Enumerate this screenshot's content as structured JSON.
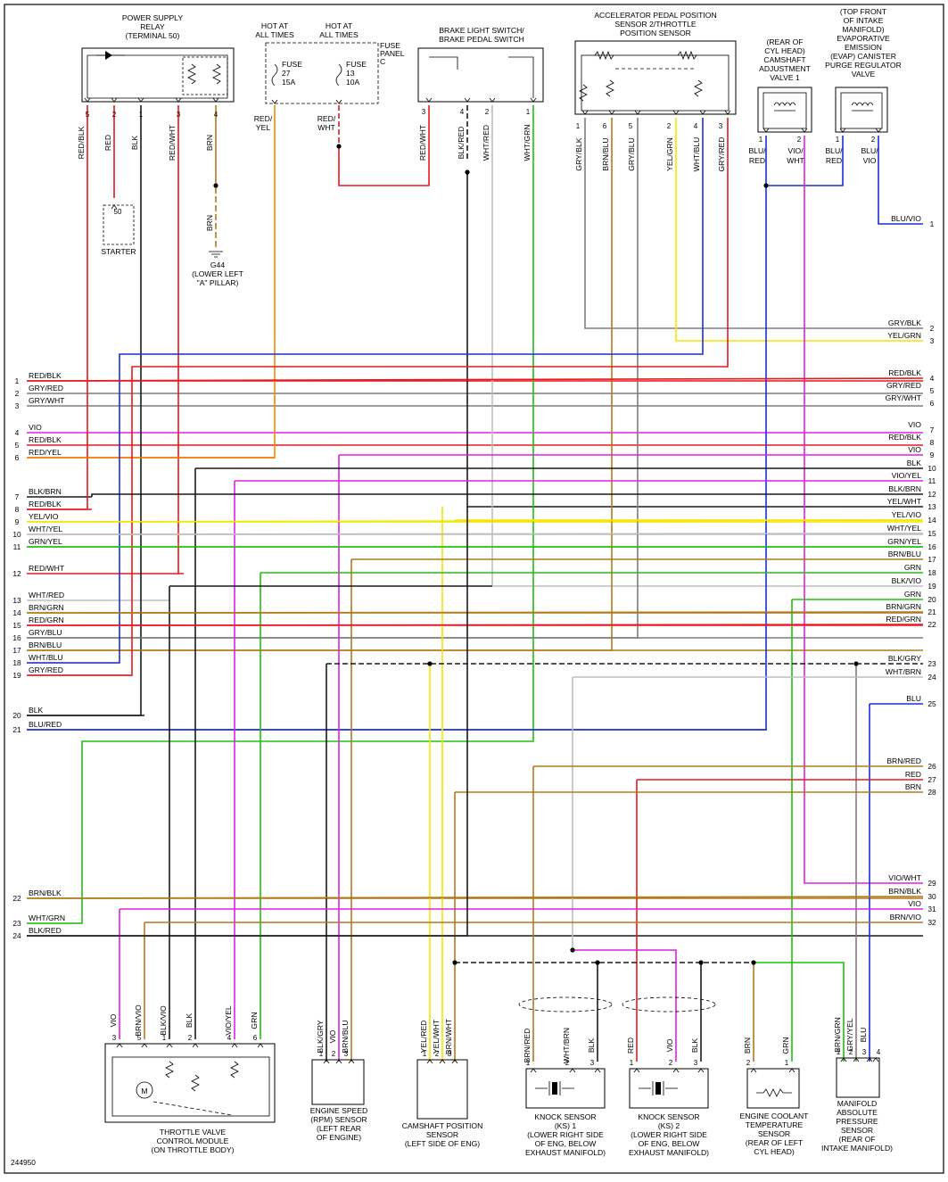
{
  "diagram_id": "244950",
  "wire_colors": {
    "RED": "#e8181e",
    "BLK": "#1a1a1a",
    "BRN": "#b07a1c",
    "YEL": "#f5e400",
    "GRN": "#21c010",
    "BLU": "#1a2fd8",
    "VIO": "#e020e0",
    "WHT": "#bdbdbd",
    "GRY": "#7d7d7d",
    "ORG": "#f08a00"
  },
  "top_components": {
    "relay": {
      "title": "POWER SUPPLY\nRELAY\n(TERMINAL 50)",
      "pins": [
        "5",
        "2",
        "1",
        "3",
        "4"
      ],
      "wires": [
        "RED/BLK",
        "RED",
        "BLK",
        "RED/WHT",
        "BRN"
      ]
    },
    "starter": {
      "pin": "50",
      "label": "STARTER"
    },
    "ground": {
      "wire": "BRN",
      "label": "G44\n(LOWER LEFT\n\"A\" PILLAR)"
    },
    "hot1": {
      "title": "HOT AT\nALL TIMES",
      "fuse": "FUSE\n27\n15A",
      "wire": "RED/\nYEL"
    },
    "hot2": {
      "title": "HOT AT\nALL TIMES",
      "fuse": "FUSE\n13\n10A",
      "wire": "RED/\nWHT"
    },
    "fuse_panel": "FUSE\nPANEL\nC",
    "brake": {
      "title": "BRAKE LIGHT SWITCH/\nBRAKE PEDAL SWITCH",
      "pins": [
        "3",
        "4",
        "2",
        "1"
      ],
      "wires": [
        "RED/WHT",
        "BLK/RED",
        "WHT/RED",
        "WHT/GRN"
      ]
    },
    "app": {
      "title": "ACCELERATOR PEDAL POSITION\nSENSOR 2/THROTTLE\nPOSITION SENSOR",
      "pins": [
        "1",
        "6",
        "5",
        "2",
        "4",
        "3"
      ],
      "wires": [
        "GRY/BLK",
        "BRN/BLU",
        "GRY/BLU",
        "YEL/GRN",
        "WHT/BLU",
        "GRY/RED"
      ]
    },
    "camvalve": {
      "title": "(REAR OF\nCYL HEAD)\nCAMSHAFT\nADJUSTMENT\nVALVE 1",
      "pins": [
        "1",
        "2"
      ],
      "wires": [
        "BLU/\nRED",
        "VIO/\nWHT"
      ]
    },
    "evap": {
      "title": "(TOP FRONT\nOF INTAKE\nMANIFOLD)\nEVAPORATIVE\nEMISSION\n(EVAP) CANISTER\nPURGE REGULATOR\nVALVE",
      "pins": [
        "1",
        "2"
      ],
      "wires": [
        "BLU/\nRED",
        "BLU/\nVIO"
      ]
    }
  },
  "left_connector": [
    {
      "pin": "1",
      "wire": "RED/BLK"
    },
    {
      "pin": "2",
      "wire": "GRY/RED"
    },
    {
      "pin": "3",
      "wire": "GRY/WHT"
    },
    {
      "pin": "4",
      "wire": "VIO"
    },
    {
      "pin": "5",
      "wire": "RED/BLK"
    },
    {
      "pin": "6",
      "wire": "RED/YEL"
    },
    {
      "pin": "7",
      "wire": "BLK/BRN"
    },
    {
      "pin": "8",
      "wire": "RED/BLK"
    },
    {
      "pin": "9",
      "wire": "YEL/VIO"
    },
    {
      "pin": "10",
      "wire": "WHT/YEL"
    },
    {
      "pin": "11",
      "wire": "GRN/YEL"
    },
    {
      "pin": "12",
      "wire": "RED/WHT"
    },
    {
      "pin": "13",
      "wire": "WHT/RED"
    },
    {
      "pin": "14",
      "wire": "BRN/GRN"
    },
    {
      "pin": "15",
      "wire": "RED/GRN"
    },
    {
      "pin": "16",
      "wire": "GRY/BLU"
    },
    {
      "pin": "17",
      "wire": "BRN/BLU"
    },
    {
      "pin": "18",
      "wire": "WHT/BLU"
    },
    {
      "pin": "19",
      "wire": "GRY/RED"
    },
    {
      "pin": "20",
      "wire": "BLK"
    },
    {
      "pin": "21",
      "wire": "BLU/RED"
    },
    {
      "pin": "22",
      "wire": "BRN/BLK"
    },
    {
      "pin": "23",
      "wire": "WHT/GRN"
    },
    {
      "pin": "24",
      "wire": "BLK/RED"
    }
  ],
  "right_connector": [
    {
      "pin": "1",
      "wire": "BLU/VIO"
    },
    {
      "pin": "2",
      "wire": "GRY/BLK"
    },
    {
      "pin": "3",
      "wire": "YEL/GRN"
    },
    {
      "pin": "4",
      "wire": "RED/BLK"
    },
    {
      "pin": "5",
      "wire": "GRY/RED"
    },
    {
      "pin": "6",
      "wire": "GRY/WHT"
    },
    {
      "pin": "7",
      "wire": "VIO"
    },
    {
      "pin": "8",
      "wire": "RED/BLK"
    },
    {
      "pin": "9",
      "wire": "VIO"
    },
    {
      "pin": "10",
      "wire": "BLK"
    },
    {
      "pin": "11",
      "wire": "VIO/YEL"
    },
    {
      "pin": "12",
      "wire": "BLK/BRN"
    },
    {
      "pin": "13",
      "wire": "YEL/WHT"
    },
    {
      "pin": "14",
      "wire": "YEL/VIO"
    },
    {
      "pin": "15",
      "wire": "WHT/YEL"
    },
    {
      "pin": "16",
      "wire": "GRN/YEL"
    },
    {
      "pin": "17",
      "wire": "BRN/BLU"
    },
    {
      "pin": "18",
      "wire": "GRN"
    },
    {
      "pin": "19",
      "wire": "BLK/VIO"
    },
    {
      "pin": "20",
      "wire": "GRN"
    },
    {
      "pin": "21",
      "wire": "BRN/GRN"
    },
    {
      "pin": "22",
      "wire": "RED/GRN"
    },
    {
      "pin": "23",
      "wire": "BLK/GRY"
    },
    {
      "pin": "24",
      "wire": "WHT/BRN"
    },
    {
      "pin": "25",
      "wire": "BLU"
    },
    {
      "pin": "26",
      "wire": "BRN/RED"
    },
    {
      "pin": "27",
      "wire": "RED"
    },
    {
      "pin": "28",
      "wire": "BRN"
    },
    {
      "pin": "29",
      "wire": "VIO/WHT"
    },
    {
      "pin": "30",
      "wire": "BRN/BLK"
    },
    {
      "pin": "31",
      "wire": "VIO"
    },
    {
      "pin": "32",
      "wire": "BRN/VIO"
    }
  ],
  "bottom_components": {
    "throttle": {
      "label": "THROTTLE VALVE\nCONTROL MODULE\n(ON THROTTLE BODY)",
      "pins": [
        "3",
        "5",
        "1",
        "2",
        "4",
        "6"
      ],
      "wires": [
        "VIO",
        "BRN/VIO",
        "BLK/VIO",
        "BLK",
        "VIO/YEL",
        "GRN"
      ],
      "motor": "M"
    },
    "rpm": {
      "label": "ENGINE SPEED\n(RPM) SENSOR\n(LEFT REAR\nOF ENGINE)",
      "pins": [
        "1",
        "2",
        "3"
      ],
      "wires": [
        "BLK/GRY",
        "VIO",
        "BRN/BLU"
      ]
    },
    "cam": {
      "label": "CAMSHAFT POSITION\nSENSOR\n(LEFT SIDE OF ENG)",
      "pins": [
        "1",
        "2",
        "3"
      ],
      "wires": [
        "YEL/RED",
        "YEL/WHT",
        "BRN/WHT"
      ]
    },
    "ks1": {
      "label": "KNOCK SENSOR\n(KS) 1\n(LOWER RIGHT SIDE\nOF ENG, BELOW\nEXHAUST MANIFOLD)",
      "pins": [
        "1",
        "2",
        "3"
      ],
      "wires": [
        "BRN/RED",
        "WHT/BRN",
        "BLK"
      ]
    },
    "ks2": {
      "label": "KNOCK SENSOR\n(KS) 2\n(LOWER RIGHT SIDE\nOF ENG, BELOW\nEXHAUST MANIFOLD)",
      "pins": [
        "1",
        "2",
        "3"
      ],
      "wires": [
        "RED",
        "VIO",
        "BLK"
      ]
    },
    "ect": {
      "label": "ENGINE COOLANT\nTEMPERATURE\nSENSOR\n(REAR OF LEFT\nCYL HEAD)",
      "pins": [
        "2",
        "1"
      ],
      "wires": [
        "BRN",
        "GRN"
      ]
    },
    "map": {
      "label": "MANIFOLD\nABSOLUTE\nPRESSURE\nSENSOR\n(REAR OF\nINTAKE MANIFOLD)",
      "pins": [
        "1",
        "2",
        "3",
        "4"
      ],
      "wires": [
        "BRN/GRN",
        "GRY/YEL",
        "BLU"
      ]
    }
  }
}
